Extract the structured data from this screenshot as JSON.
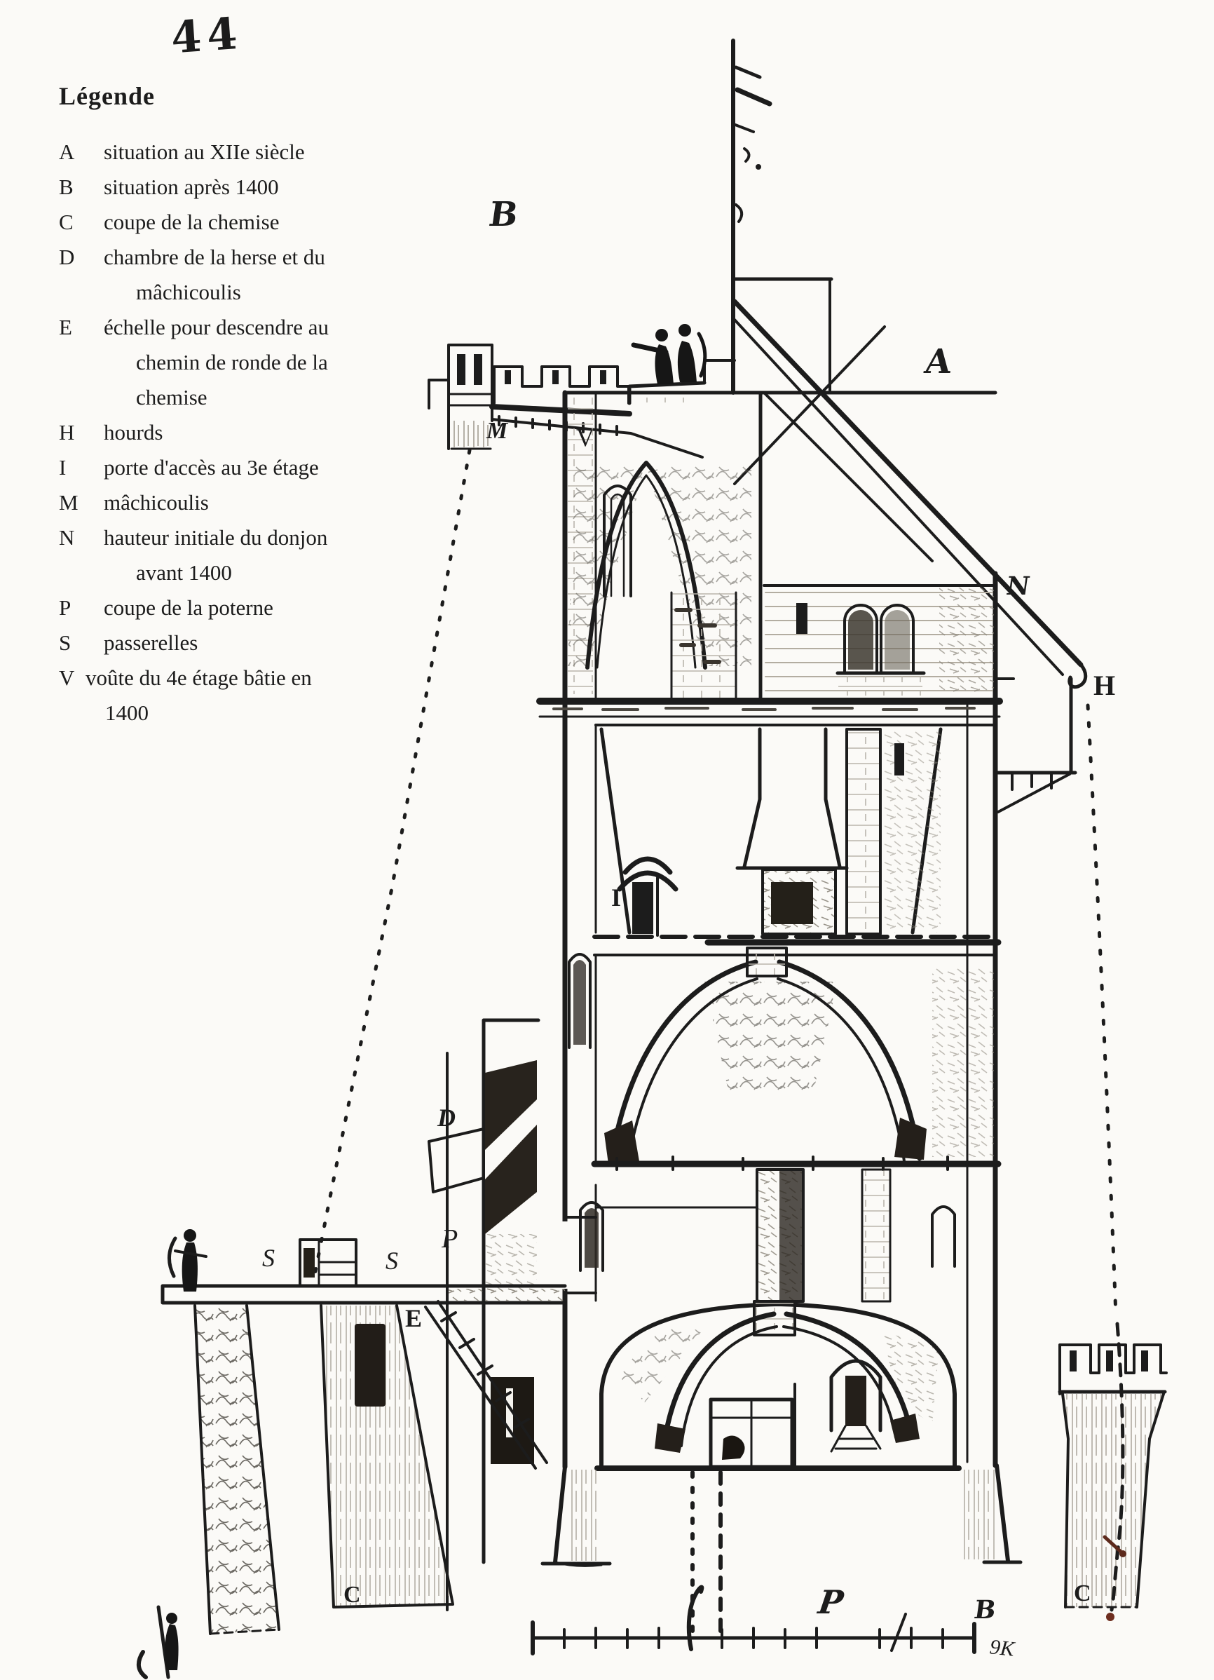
{
  "page_number": "44",
  "legend": {
    "title": "Légende",
    "entries": [
      {
        "key": "A",
        "lines": [
          "situation au XIIe siècle"
        ]
      },
      {
        "key": "B",
        "lines": [
          "situation après 1400"
        ]
      },
      {
        "key": "C",
        "lines": [
          "coupe de la chemise"
        ]
      },
      {
        "key": "D",
        "lines": [
          "chambre de la herse et du",
          "mâchicoulis"
        ]
      },
      {
        "key": "E",
        "lines": [
          "échelle pour descendre au",
          "chemin de ronde de la",
          "chemise"
        ]
      },
      {
        "key": "H",
        "lines": [
          "hourds"
        ]
      },
      {
        "key": "I",
        "lines": [
          "porte d'accès au 3e étage"
        ]
      },
      {
        "key": "M",
        "lines": [
          "mâchicoulis"
        ]
      },
      {
        "key": "N",
        "lines": [
          "hauteur initiale du donjon",
          "avant 1400"
        ]
      },
      {
        "key": "P",
        "lines": [
          "coupe de la poterne"
        ]
      },
      {
        "key": "S",
        "lines": [
          "passerelles"
        ]
      },
      {
        "key": "V",
        "lines": [
          "voûte du 4e étage bâtie en",
          "1400"
        ]
      }
    ]
  },
  "drawing_labels": [
    {
      "id": "B-upper",
      "char": "B"
    },
    {
      "id": "A-roof",
      "char": "A"
    },
    {
      "id": "M-machicoulis",
      "char": "M"
    },
    {
      "id": "V-vault",
      "char": "V"
    },
    {
      "id": "N-height",
      "char": "N"
    },
    {
      "id": "H-hourds",
      "char": "H"
    },
    {
      "id": "I-door",
      "char": "I"
    },
    {
      "id": "D-chamber",
      "char": "D"
    },
    {
      "id": "P-postern",
      "char": "P"
    },
    {
      "id": "S-left",
      "char": "S"
    },
    {
      "id": "S-right",
      "char": "S"
    },
    {
      "id": "E-ladder",
      "char": "E"
    },
    {
      "id": "C-left",
      "char": "C"
    },
    {
      "id": "C-right",
      "char": "C"
    },
    {
      "id": "P-scale",
      "char": "P"
    },
    {
      "id": "B-scale",
      "char": "B"
    },
    {
      "id": "engraver-mark",
      "char": "9K"
    }
  ],
  "colors": {
    "ink": "#1c1c1c",
    "paper": "#fbfaf7",
    "accent_red": "#6e2e1f"
  }
}
